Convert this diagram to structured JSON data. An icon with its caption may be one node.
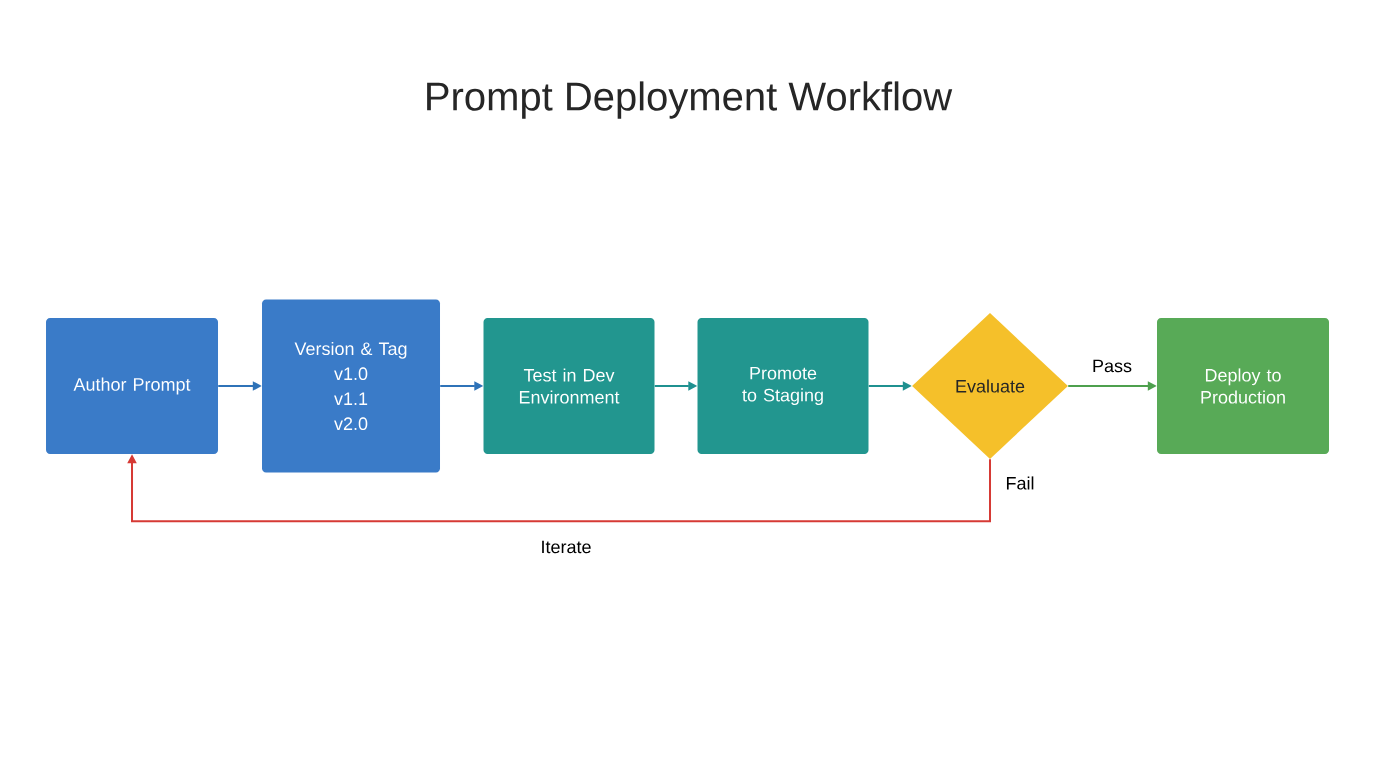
{
  "diagram": {
    "title": "Prompt Deployment Workflow",
    "nodes": [
      {
        "text": [
          "Author Prompt"
        ]
      },
      {
        "text": [
          "Version & Tag",
          "v1.0",
          "v1.1",
          "v2.0"
        ]
      },
      {
        "text": [
          "Test in Dev Environment"
        ]
      },
      {
        "text": [
          "Promote to Staging"
        ]
      },
      {
        "text": [
          "Evaluate"
        ]
      },
      {
        "text": [
          "Deploy to Production"
        ]
      }
    ],
    "edges": [
      {
        "from": 0,
        "to": 1,
        "arrow": "to",
        "color": "#2f73b8"
      },
      {
        "from": 1,
        "to": 2,
        "arrow": "to",
        "color": "#2f73b8"
      },
      {
        "from": 2,
        "to": 3,
        "arrow": "to",
        "color": "#1f9190"
      },
      {
        "from": 3,
        "to": 4,
        "arrow": "to",
        "color": "#1f9190"
      },
      {
        "from": 4,
        "to": 5,
        "arrow": "to",
        "label": "Pass",
        "color": "#4ea04e"
      },
      {
        "from": 4,
        "to": 0,
        "arrow": "to",
        "label": "Iterate",
        "color": "#d63a35"
      }
    ],
    "labels": [
      "Fail"
    ]
  }
}
